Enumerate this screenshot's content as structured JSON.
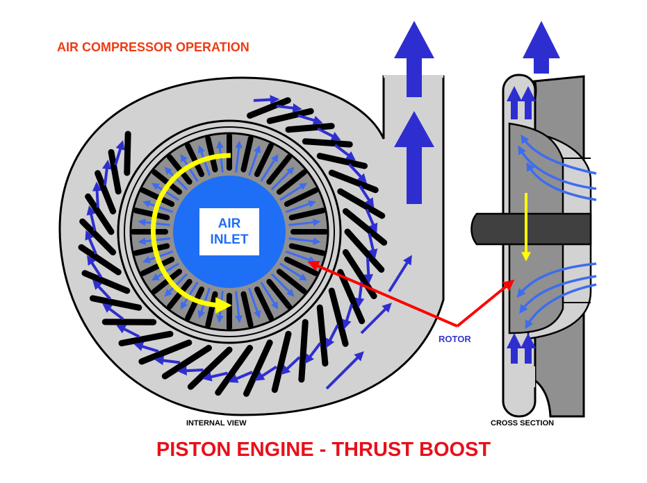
{
  "labels": {
    "title": "AIR COMPRESSOR OPERATION",
    "subtitle": "PISTON ENGINE  -  THRUST BOOST",
    "inlet_line1": "AIR",
    "inlet_line2": "INLET",
    "rotor": "ROTOR",
    "internal_view": "INTERNAL VIEW",
    "cross_section": "CROSS SECTION"
  },
  "colors": {
    "title": "#ee3b13",
    "subtitle": "#e8101a",
    "housing": "#d2d2d2",
    "dark_gray": "#909090",
    "blade": "#000000",
    "inlet_blue": "#1f6ef6",
    "light_arrow": "#3c6cf0",
    "dark_arrow": "#2e2ed0",
    "rotation_arrow": "#ffff00",
    "pointer": "#ff0000",
    "rotor_label": "#3a35c8"
  }
}
